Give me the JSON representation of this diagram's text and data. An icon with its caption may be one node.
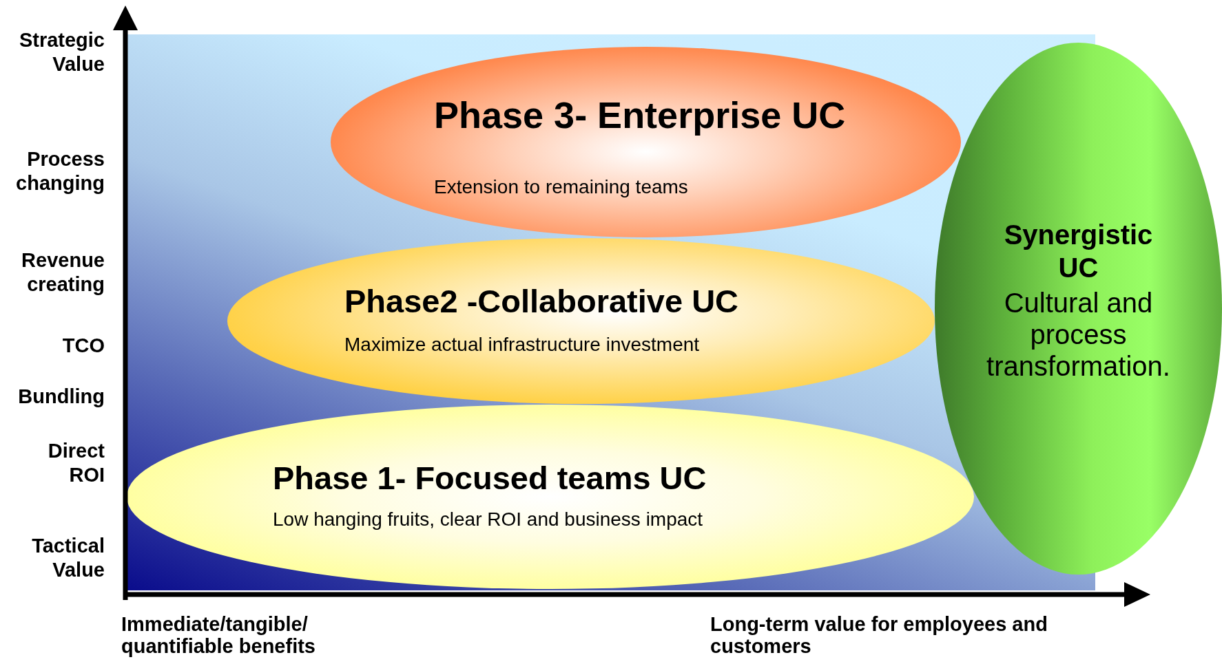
{
  "diagram": {
    "nodes": [
      {
        "text": [
          "Phase 3- Enterprise UC",
          "Extension to remaining teams"
        ]
      },
      {
        "text": [
          "Phase2 -Collaborative UC",
          "Maximize actual infrastructure investment"
        ]
      },
      {
        "text": [
          "Phase 1- Focused teams UC",
          "Low hanging fruits, clear ROI and business  impact"
        ]
      },
      {
        "text": [
          "Synergistic UC",
          "Cultural and process transformation."
        ]
      }
    ],
    "edges": [],
    "labels": [
      "Strategic Value",
      "Process changing",
      "Revenue creating",
      "TCO",
      "Bundling",
      "Direct ROI",
      "Tactical Value",
      "Immediate/tangible/ quantifiable benefits",
      "Long-term value for employees and customers"
    ]
  }
}
